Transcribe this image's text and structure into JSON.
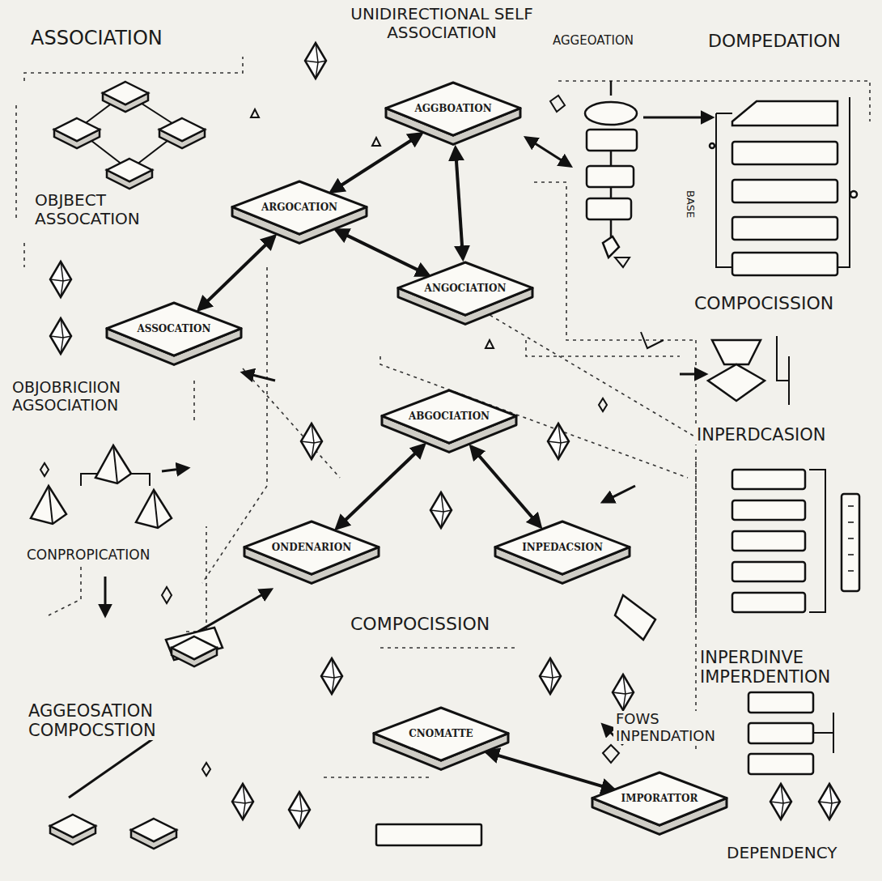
{
  "diagram": {
    "nodes": [
      {
        "text": [
          "AGGBOATION"
        ]
      },
      {
        "text": [
          "ARGOCATION"
        ]
      },
      {
        "text": [
          "ANGOCIATION"
        ]
      },
      {
        "text": [
          "ASSOCATION"
        ]
      },
      {
        "text": [
          "ABGOCIATION"
        ]
      },
      {
        "text": [
          "ONDENARION"
        ]
      },
      {
        "text": [
          "INPEDACSION"
        ]
      },
      {
        "text": [
          "CNOMATTE"
        ]
      },
      {
        "text": [
          "IMPORATTOR"
        ]
      }
    ],
    "edges": [
      {
        "from": 0,
        "to": 1,
        "arrow": "both"
      },
      {
        "from": 0,
        "to": 2,
        "arrow": "both"
      },
      {
        "from": 1,
        "to": 2,
        "arrow": "both"
      },
      {
        "from": 1,
        "to": 3,
        "arrow": "both"
      },
      {
        "from": 4,
        "to": 5,
        "arrow": "both"
      },
      {
        "from": 4,
        "to": 6,
        "arrow": "both"
      },
      {
        "from": 7,
        "to": 8,
        "arrow": "both"
      }
    ],
    "labels": [
      "ASSOCIATION",
      "UNIDIRECTIONAL SELF ASSOCIATION",
      "AGGEOATION",
      "DOMPEDATION",
      "OBJBECT ASSOCATION",
      "COMPOCISSION",
      "OBJOBRICIION AGSOCIATION",
      "CONPROPICATION",
      "INPERDCASION",
      "COMPOCISSION",
      "INPERDINVE IMPERDENTION",
      "FOWS INPENDATION",
      "AGGEOSATION COMPOCSTION",
      "DEPENDENCY",
      "BASE"
    ]
  }
}
